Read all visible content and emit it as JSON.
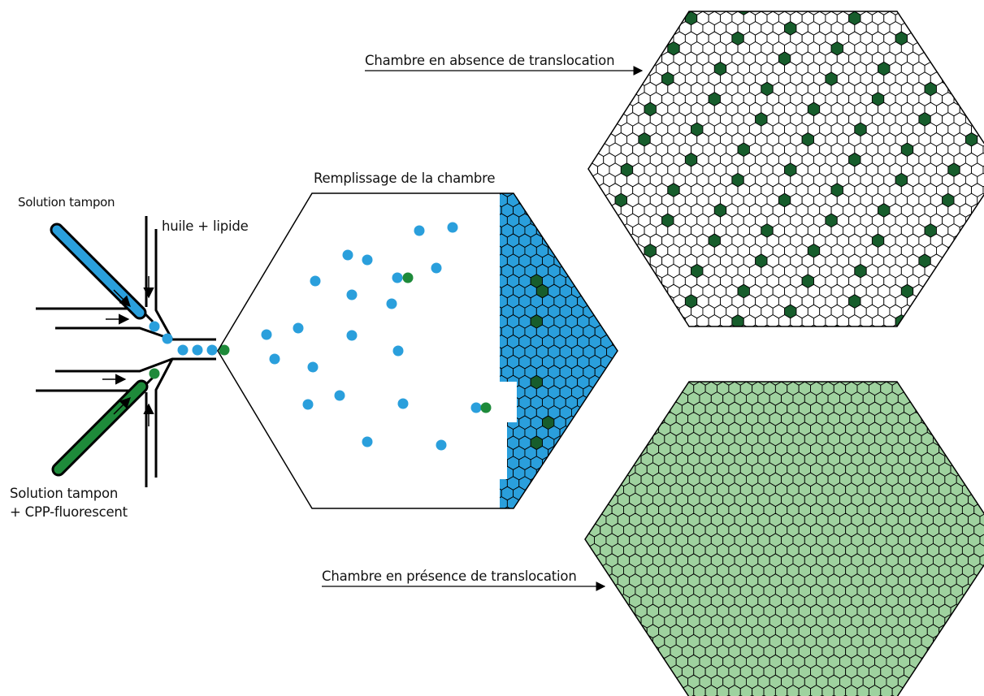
{
  "labels": {
    "buffer_in": "Solution tampon",
    "oil_lipid": "huile + lipide",
    "buffer_cpp_line1": "Solution tampon",
    "buffer_cpp_line2": "+ CPP-fluorescent",
    "filling": "Remplissage de la chambre",
    "no_translocation": "Chambre en absence de translocation",
    "translocation": "Chambre en présence de translocation"
  },
  "colors": {
    "buffer": "#2a9fdc",
    "cpp": "#1e8a3a",
    "dark_green_cell": "#175d2c",
    "light_green_cell": "#9fd29f",
    "outline": "#000000"
  }
}
